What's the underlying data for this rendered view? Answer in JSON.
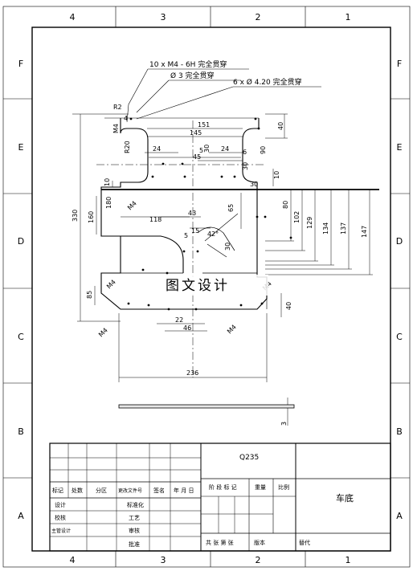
{
  "zones": {
    "columns": [
      "4",
      "3",
      "2",
      "1"
    ],
    "rows": [
      "F",
      "E",
      "D",
      "C",
      "B",
      "A"
    ]
  },
  "notes": {
    "tapped_holes": "10 x  M4 - 6H 完全贯穿",
    "small_holes": "Ø 3 完全贯穿",
    "holes_420": "6 x  Ø 4.20 完全贯穿"
  },
  "dimensions": {
    "r2": "R2",
    "m4_top": "M4",
    "r20": "R20",
    "d4": "4",
    "w151": "151",
    "w145": "145",
    "w45": "45",
    "w24a": "24",
    "w24b": "24",
    "v30a": "30",
    "v5": "5",
    "v6": "6",
    "v90": "90",
    "v30b": "30",
    "v30c": "30",
    "h40_top": "40",
    "h10a": "10",
    "h10b": "10",
    "h330": "330",
    "h160": "160",
    "h180": "180",
    "m4_left": "M4",
    "w118": "118",
    "w43": "43",
    "h65": "65",
    "w15": "15",
    "r5": "5",
    "ang": "42°",
    "v30d": "30",
    "h80": "80",
    "h102": "102",
    "h129": "129",
    "h134": "134",
    "h137": "137",
    "h147": "147",
    "h85": "85",
    "m4_a": "M4",
    "m4_b": "M4",
    "m4_c": "M4",
    "m4_d": "M4",
    "w22": "22",
    "w46": "46",
    "h40_bot": "40",
    "w236": "236",
    "t3": "3"
  },
  "watermark": "图文设计",
  "title_block": {
    "material": "Q235",
    "part_name": "车底",
    "col_mark": "标记",
    "col_count": "处数",
    "col_zone": "分区",
    "col_docno": "更改文件号",
    "col_sign": "签名",
    "col_date": "年 月 日",
    "designer": "设计",
    "checker": "校核",
    "chief": "主管设计",
    "std": "标准化",
    "process": "工艺",
    "review": "审核",
    "approve": "批准",
    "stage": "阶 段 标 记",
    "weight": "重量",
    "scale": "比例",
    "sheets": "共  张  第  张",
    "version": "版本",
    "replace": "替代"
  }
}
